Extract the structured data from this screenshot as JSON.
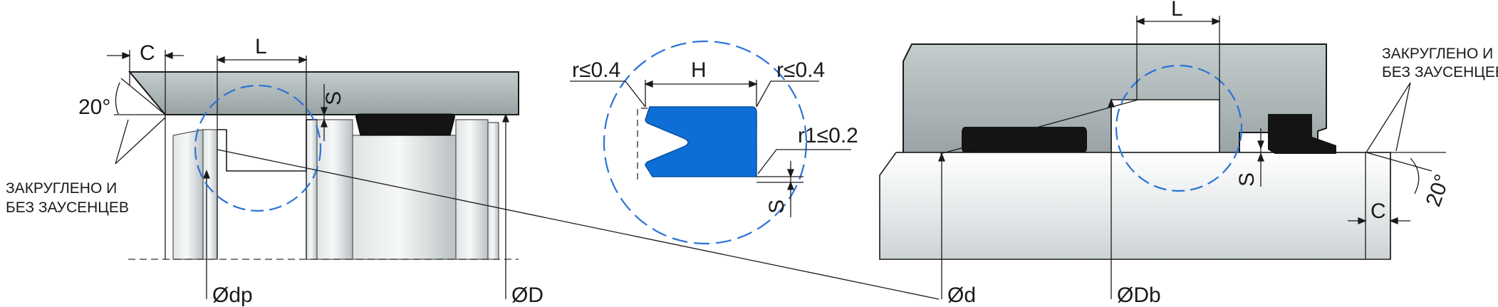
{
  "colors": {
    "steel": "#a9b3b5",
    "steel_light": "#cfd5d7",
    "steel_dark": "#7d878a",
    "seal_blue": "#0d6fd6",
    "seal_black": "#141414",
    "detail_circle": "#2b73d6",
    "line": "#1a1a1a"
  },
  "left_view": {
    "chamfer_length": "C",
    "groove_length": "L",
    "radial_clearance": "S",
    "chamfer_angle": "20°",
    "edge_note_line1": "ЗАКРУГЛЕНО И",
    "edge_note_line2": "БЕЗ ЗАУСЕНЦЕВ",
    "groove_diameter": "Ødp",
    "bore_diameter": "ØD"
  },
  "detail_view": {
    "groove_width": "H",
    "corner_radius_left": "r≤0.4",
    "corner_radius_right": "r≤0.4",
    "bottom_radius": "r1≤0.2",
    "radial_clearance": "S"
  },
  "right_view": {
    "groove_length": "L",
    "edge_note_line1": "ЗАКРУГЛЕНО И",
    "edge_note_line2": "БЕЗ ЗАУСЕНЦЕВ",
    "radial_clearance": "S",
    "chamfer_length": "C",
    "chamfer_angle": "20°",
    "shaft_diameter": "Ød",
    "groove_diameter": "ØDb"
  }
}
